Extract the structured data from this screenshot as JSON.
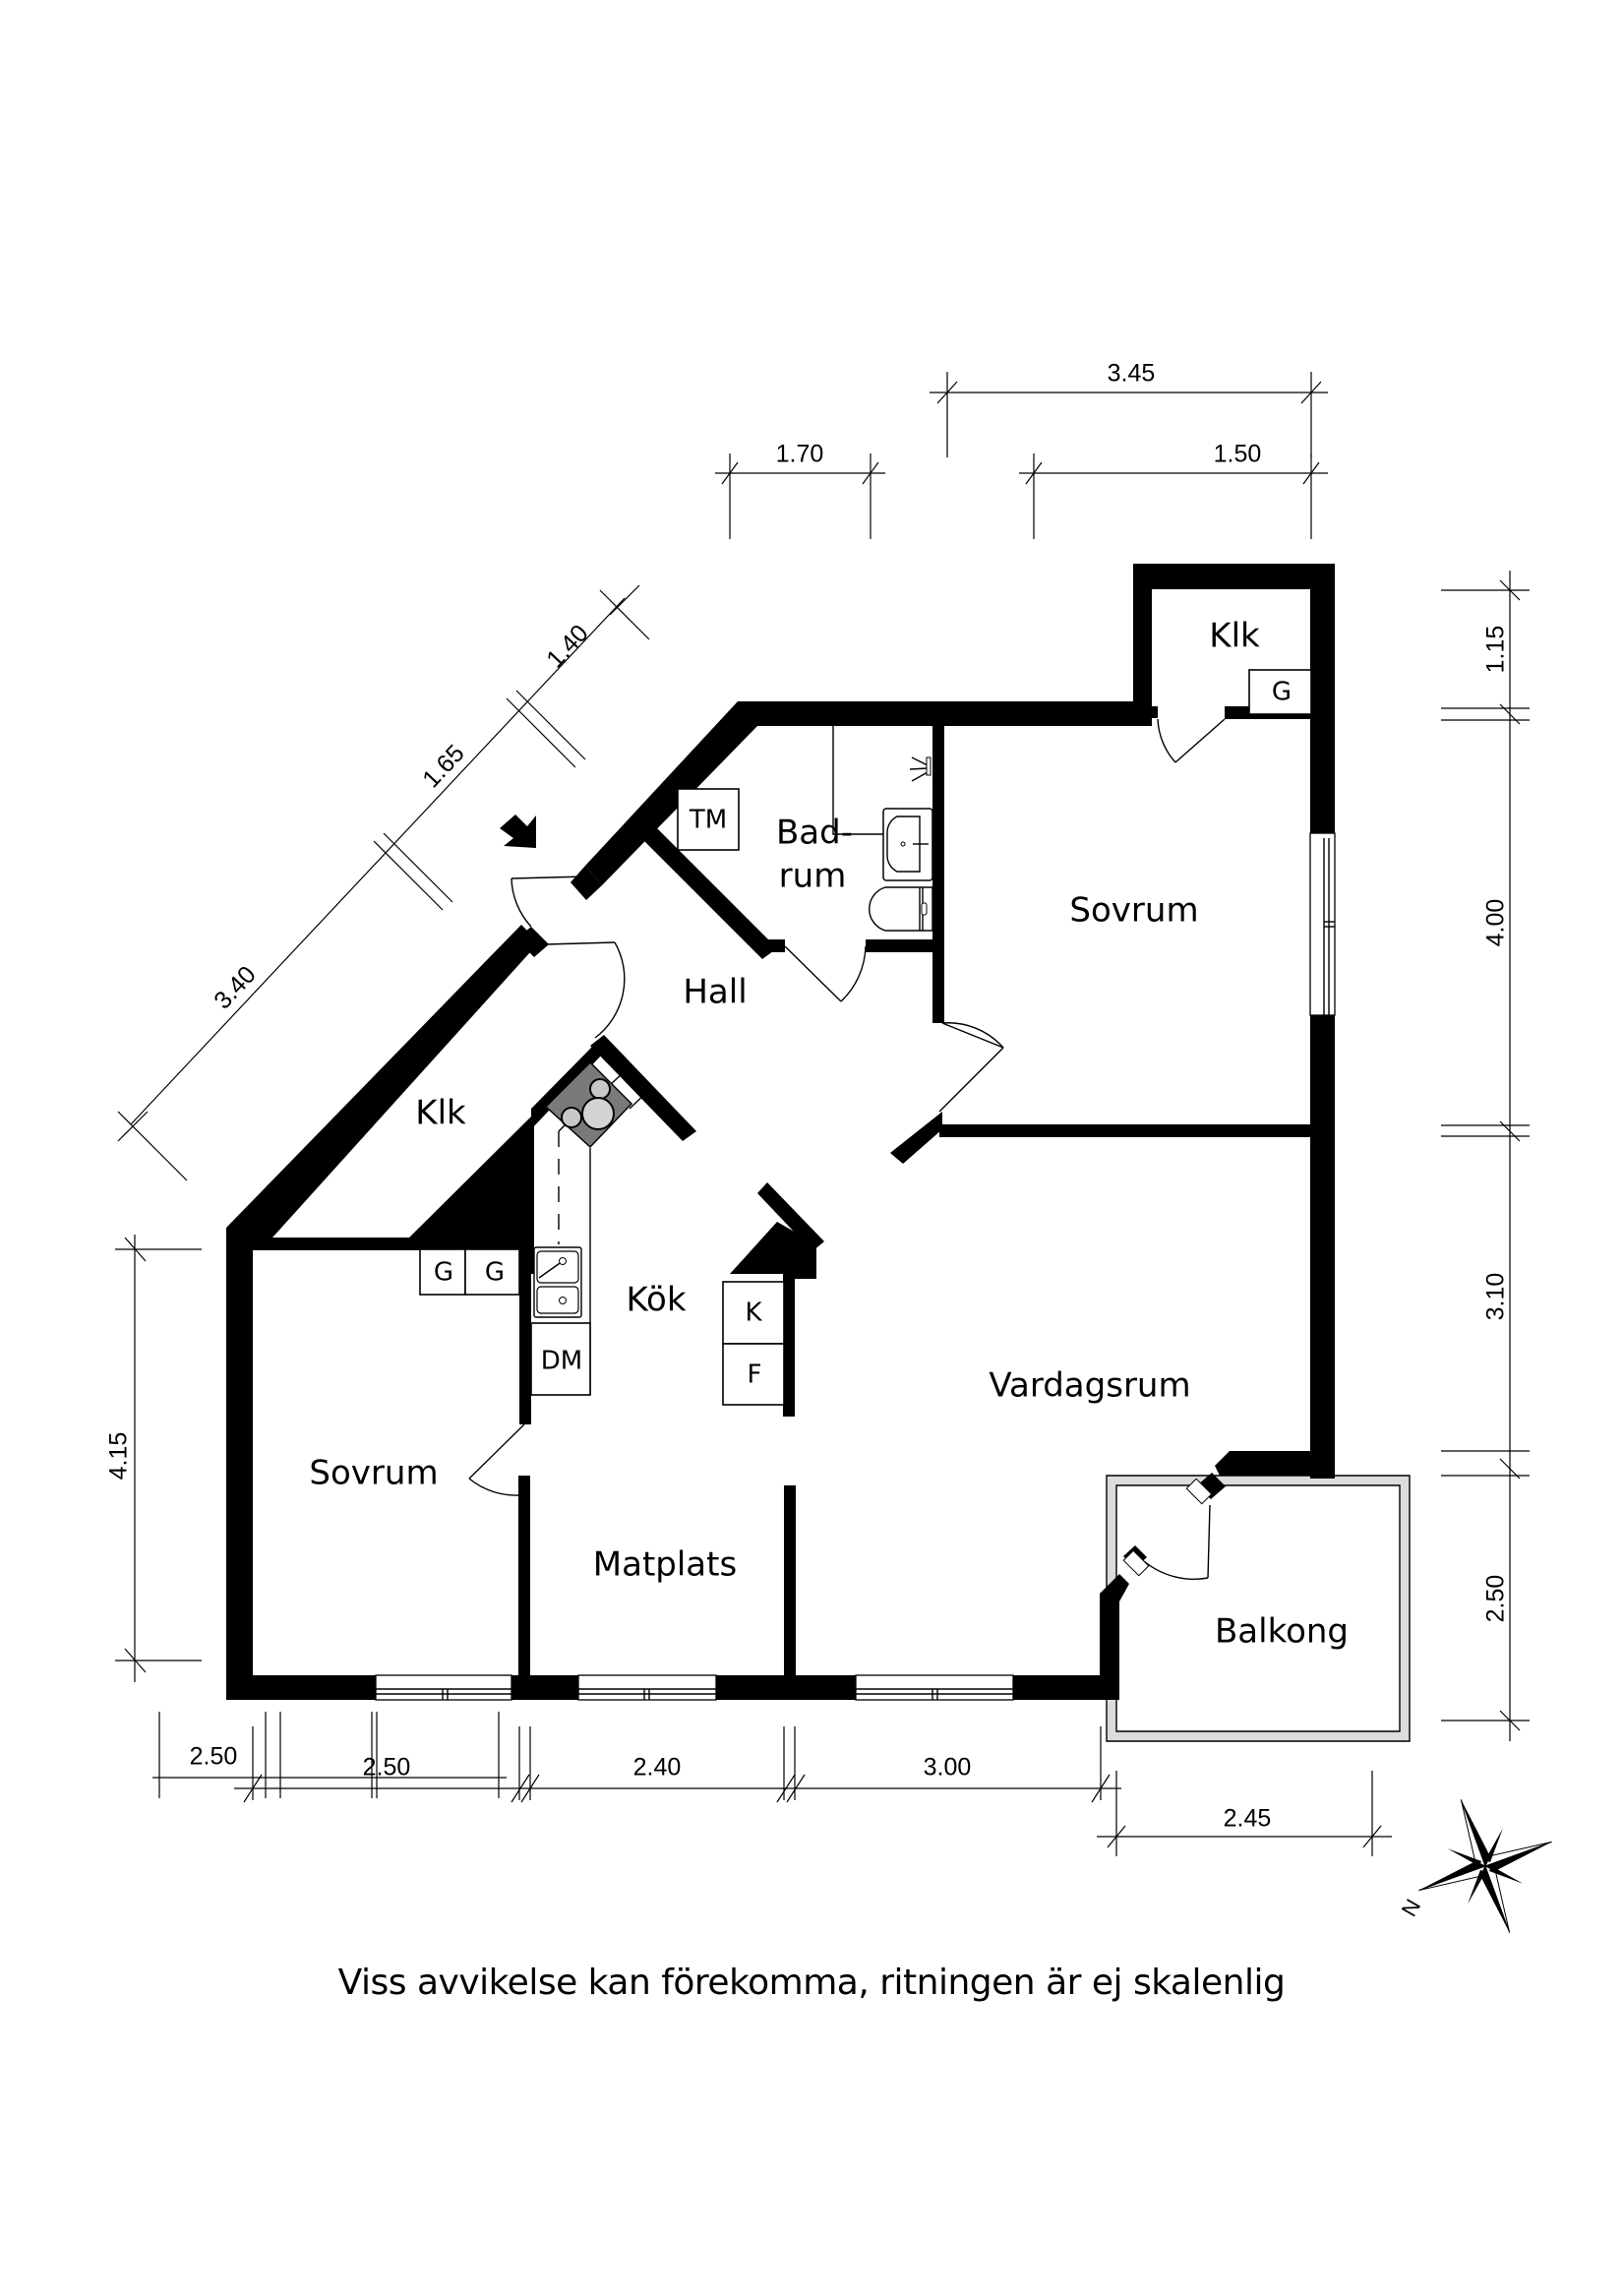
{
  "title": "Floor plan",
  "rooms": {
    "hall": "Hall",
    "badrum_line1": "Bad-",
    "badrum_line2": "rum",
    "sovrum_ne": "Sovrum",
    "klk_ne": "Klk",
    "klk_w": "Klk",
    "kok": "Kök",
    "vardagsrum": "Vardagsrum",
    "sovrum_sw": "Sovrum",
    "matplats": "Matplats",
    "balkong": "Balkong"
  },
  "fixtures": {
    "tm": "TM",
    "g_ne": "G",
    "g1": "G",
    "g2": "G",
    "dm": "DM",
    "k": "K",
    "f": "F"
  },
  "dimensions": {
    "top_total": "3.45",
    "top_left": "1.70",
    "top_right": "1.50",
    "diag_1": "1.40",
    "diag_2": "1.65",
    "diag_3": "3.40",
    "right_1": "1.15",
    "right_2": "4.00",
    "right_3": "3.10",
    "right_4": "2.50",
    "left_1": "4.15",
    "bottom_1": "2.50",
    "bottom_2": "2.40",
    "bottom_3": "3.00",
    "bottom_balcony": "2.45"
  },
  "compass": {
    "label": "N"
  },
  "disclaimer": "Viss avvikelse kan förekomma, ritningen är ej skalenlig"
}
